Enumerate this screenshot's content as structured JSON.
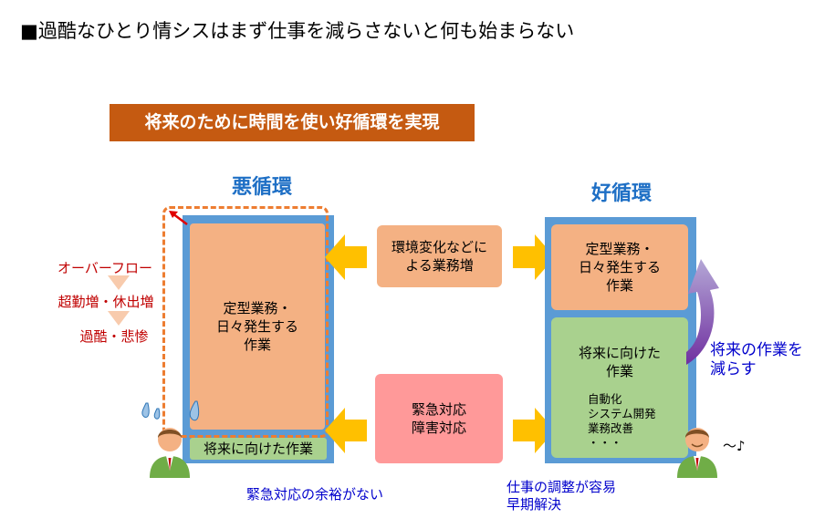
{
  "title": "■過酷なひとり情シスはまず仕事を減らさないと何も始まらない",
  "subtitle": "将来のために時間を使い好循環を実現",
  "left": {
    "heading": "悪循環",
    "main_box": "定型業務・\n日々発生する\n作業",
    "future_label": "将来に向けた作業",
    "chain": [
      "オーバーフロー",
      "超勤増・休出増",
      "過酷・悲惨"
    ],
    "caption": "緊急対応の余裕がない"
  },
  "middle": {
    "top_box": "環境変化などに\nよる業務増",
    "bottom_box": "緊急対応\n障害対応"
  },
  "right": {
    "heading": "好循環",
    "top_box": "定型業務・\n日々発生する\n作業",
    "future_title": "将来に向けた\n作業",
    "future_items": [
      "自動化",
      "システム開発",
      "業務改善",
      "・・・"
    ],
    "reduce_label": "将来の作業を\n減らす",
    "caption": "仕事の調整が容易\n早期解決",
    "hum": "～♪"
  },
  "colors": {
    "accent_orange": "#c55a11",
    "heading_blue": "#1e6fc5",
    "panel_blue": "#5b9bd5",
    "salmon": "#f4b183",
    "green": "#a9d18e",
    "pink": "#ff9999",
    "arrow_yellow": "#ffc000",
    "purple": "#9966cc"
  },
  "icons": [
    "person-stressed-icon",
    "sweat-drop-icon",
    "person-happy-icon",
    "yellow-arrow-icon",
    "purple-curved-arrow-icon",
    "red-arrow-icon"
  ]
}
